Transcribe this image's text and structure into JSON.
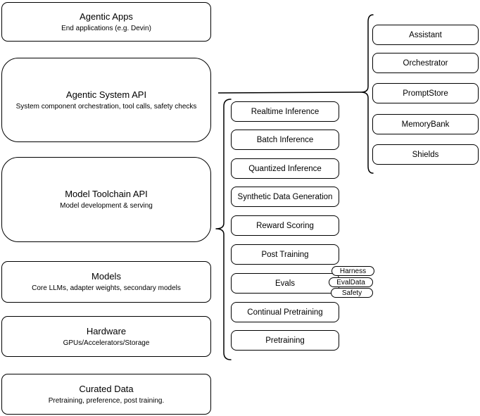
{
  "diagram": {
    "background": "#ffffff",
    "stroke_color": "#000000",
    "left_stack": {
      "agentic_apps": {
        "title": "Agentic Apps",
        "subtitle": "End applications (e.g. Devin)"
      },
      "agentic_system_api": {
        "title": "Agentic System API",
        "subtitle": "System component orchestration, tool calls, safety checks"
      },
      "model_toolchain_api": {
        "title": "Model Toolchain API",
        "subtitle": "Model development & serving"
      },
      "models": {
        "title": "Models",
        "subtitle": "Core LLMs, adapter weights, secondary models"
      },
      "hardware": {
        "title": "Hardware",
        "subtitle": "GPUs/Accelerators/Storage"
      },
      "curated_data": {
        "title": "Curated Data",
        "subtitle": "Pretraining, preference, post training."
      }
    },
    "toolchain_stack": {
      "items": [
        "Realtime Inference",
        "Batch Inference",
        "Quantized Inference",
        "Synthetic Data Generation",
        "Reward Scoring",
        "Post Training",
        "Evals",
        "Continual Pretraining",
        "Pretraining"
      ]
    },
    "eval_tags": [
      "Harness",
      "EvalData",
      "Safety"
    ],
    "system_stack": {
      "items": [
        "Assistant",
        "Orchestrator",
        "PromptStore",
        "MemoryBank",
        "Shields"
      ]
    }
  }
}
